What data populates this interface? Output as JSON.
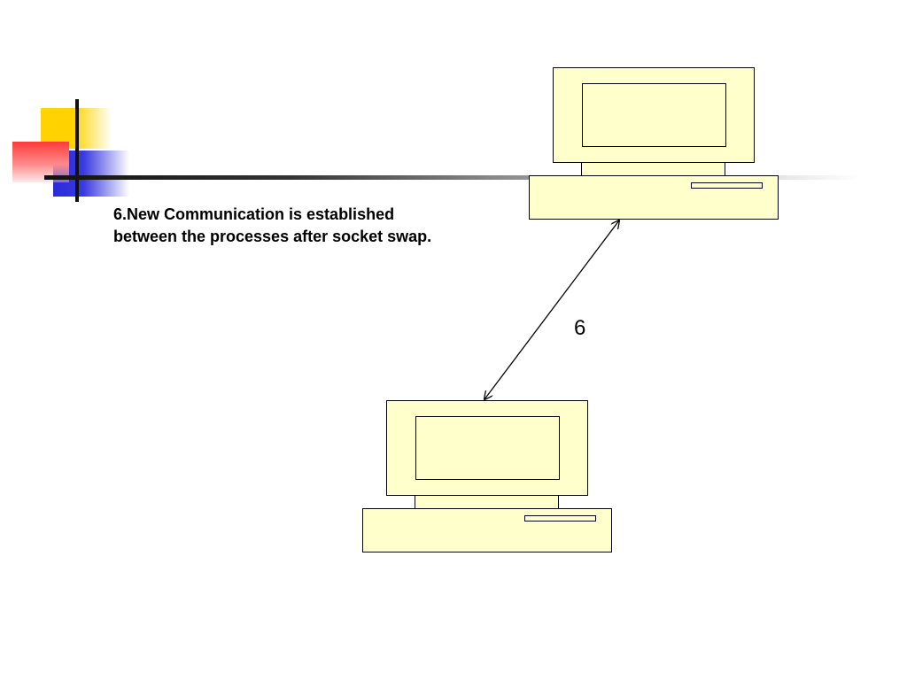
{
  "slide": {
    "caption_line1": "6.New Communication is established",
    "caption_line2": "between the processes after socket swap.",
    "step_label": "6"
  },
  "colors": {
    "computer_fill": "#ffffcc",
    "outline": "#000000",
    "deco_yellow": "#ffd200",
    "deco_blue": "#2a2ad8",
    "deco_red": "#ff3b3b"
  },
  "icons": {
    "computer_a": "desktop-computer-icon",
    "computer_b": "desktop-computer-icon",
    "connector": "double-headed-arrow"
  }
}
